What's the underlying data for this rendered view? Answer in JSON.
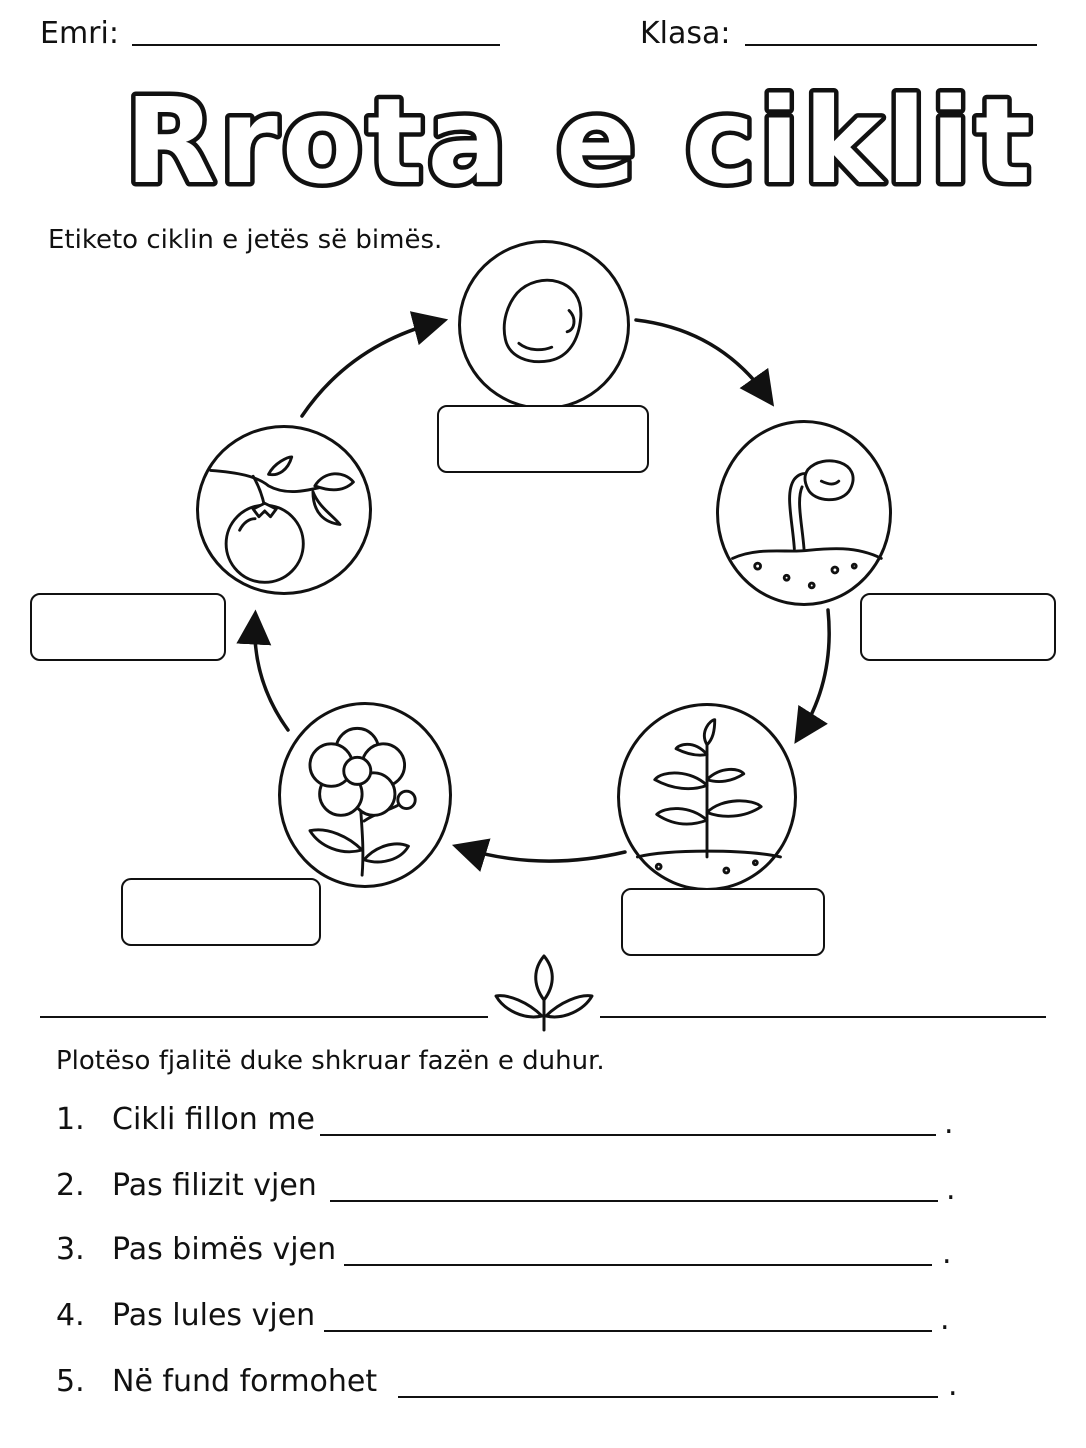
{
  "header": {
    "name_label": "Emri:",
    "class_label": "Klasa:"
  },
  "title": "Rrota e ciklit",
  "diagram": {
    "instruction": "Etiketo ciklin e jetës së bimës.",
    "stages": [
      {
        "icon": "seed-icon"
      },
      {
        "icon": "sprout-icon"
      },
      {
        "icon": "young-plant-icon"
      },
      {
        "icon": "flower-icon"
      },
      {
        "icon": "tomato-fruit-icon"
      }
    ]
  },
  "exercise": {
    "instruction": "Plotëso fjalitë duke shkruar fazën e duhur.",
    "questions": [
      {
        "number": "1.",
        "text": "Cikli fillon me",
        "end": "."
      },
      {
        "number": "2.",
        "text": "Pas filizit vjen",
        "end": "."
      },
      {
        "number": "3.",
        "text": "Pas  bimës vjen",
        "end": "."
      },
      {
        "number": "4.",
        "text": "Pas lules vjen",
        "end": "."
      },
      {
        "number": "5.",
        "text": "Në fund formohet",
        "end": "."
      }
    ]
  }
}
